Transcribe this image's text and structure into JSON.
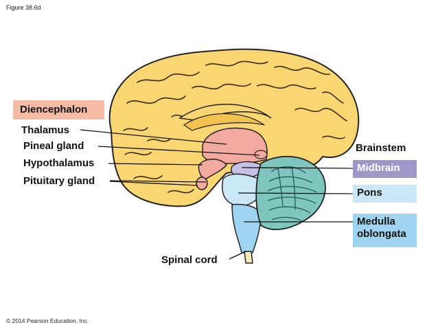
{
  "figure_caption": "Figure 38.6d",
  "copyright": "© 2014 Pearson Education, Inc.",
  "colors": {
    "diencephalon_box": "#f5bba3",
    "midbrain_box": "#9e98c9",
    "pons_box": "#c9e7f5",
    "medulla_box": "#9ed4ef",
    "cerebrum": "#f9d672",
    "thalamus": "#f2a9a0",
    "cerebellum": "#7fc6be",
    "spinal_cord": "#f7eab5"
  },
  "labels": {
    "diencephalon": "Diencephalon",
    "thalamus": "Thalamus",
    "pineal_gland": "Pineal gland",
    "hypothalamus": "Hypothalamus",
    "pituitary_gland": "Pituitary gland",
    "brainstem": "Brainstem",
    "midbrain": "Midbrain",
    "pons": "Pons",
    "medulla_oblongata": "Medulla oblongata",
    "spinal_cord": "Spinal cord"
  }
}
